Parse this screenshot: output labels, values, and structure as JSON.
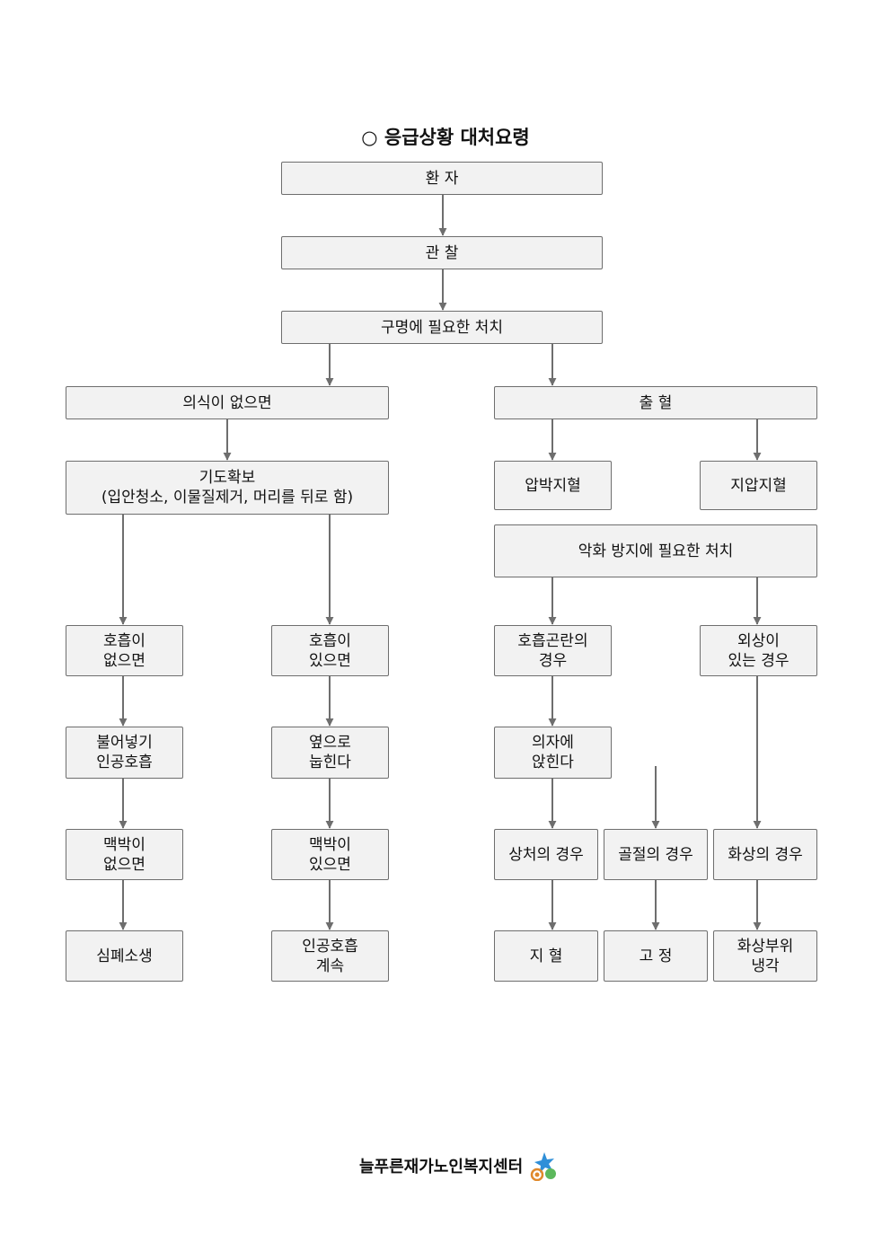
{
  "title": "○ 응급상황 대처요령",
  "nodes": {
    "patient": [
      "환 자"
    ],
    "observe": [
      "관 찰"
    ],
    "lifesaving": [
      "구명에 필요한 처치"
    ],
    "unconscious": [
      "의식이 없으면"
    ],
    "bleeding": [
      "출 혈"
    ],
    "airway": [
      "기도확보",
      "(입안청소, 이물질제거, 머리를 뒤로 함)"
    ],
    "compress": [
      "압박지혈"
    ],
    "pointpress": [
      "지압지혈"
    ],
    "prevent": [
      "악화 방지에 필요한 처치"
    ],
    "nobreath": [
      "호흡이",
      "없으면"
    ],
    "breath": [
      "호흡이",
      "있으면"
    ],
    "dyspnea": [
      "호흡곤란의",
      "경우"
    ],
    "injury": [
      "외상이",
      "있는 경우"
    ],
    "rescue": [
      "불어넣기",
      "인공호흡"
    ],
    "side": [
      "옆으로",
      "눕힌다"
    ],
    "sit": [
      "의자에",
      "앉힌다"
    ],
    "nopulse": [
      "맥박이",
      "없으면"
    ],
    "pulse": [
      "맥박이",
      "있으면"
    ],
    "wound": [
      "상처의 경우"
    ],
    "fracture": [
      "골절의 경우"
    ],
    "burn": [
      "화상의 경우"
    ],
    "cpr": [
      "심폐소생"
    ],
    "continue": [
      "인공호흡",
      "계속"
    ],
    "stop": [
      "지 혈"
    ],
    "fix": [
      "고 정"
    ],
    "cool": [
      "화상부위",
      "냉각"
    ]
  },
  "footer": {
    "org_name": "늘푸른재가노인복지센터"
  },
  "colors": {
    "box_fill": "#f2f2f2",
    "box_border": "#6e6e6e",
    "arrow": "#6e6e6e"
  }
}
